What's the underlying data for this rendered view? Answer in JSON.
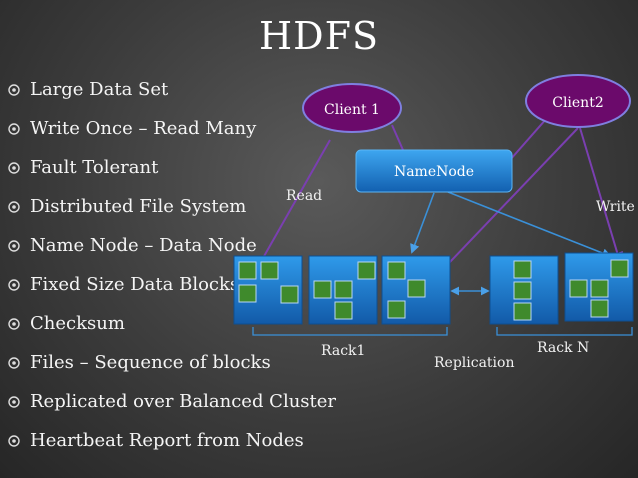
{
  "title": "HDFS",
  "bullets": [
    "Large Data Set",
    "Write Once – Read Many",
    "Fault Tolerant",
    "Distributed File System",
    "Name Node – Data Node",
    "Fixed Size Data Blocks",
    "Checksum",
    "Files – Sequence of blocks",
    "Replicated over Balanced Cluster",
    "Heartbeat Report from Nodes"
  ],
  "diagram": {
    "client1": "Client 1",
    "client2": "Client2",
    "namenode": "NameNode",
    "read_label": "Read",
    "write_label": "Write",
    "rack1_label": "Rack1",
    "rackn_label": "Rack N",
    "replication_label": "Replication"
  },
  "colors": {
    "client_fill": "#6b0a6b",
    "client_stroke": "#7f7fe0",
    "node_blue": "#1b78c8",
    "block_green": "#3f8a2c",
    "arrow_purple": "#7a3fb0",
    "arrow_blue": "#3a90d8"
  }
}
